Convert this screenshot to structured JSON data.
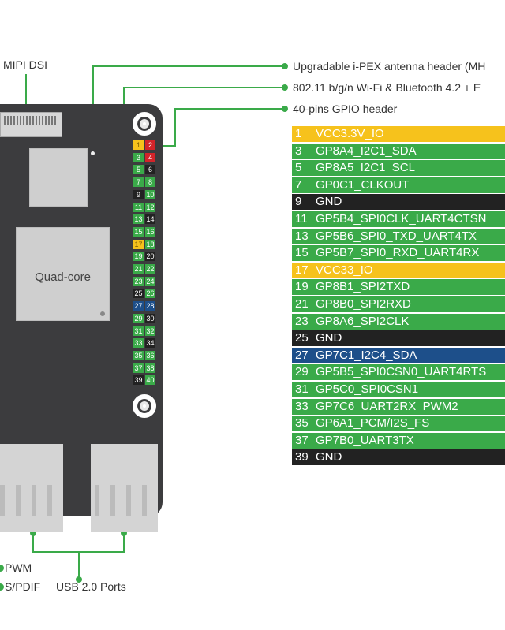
{
  "labels": {
    "mipi_dsi": "MIPI DSI",
    "ipex": "Upgradable i-PEX antenna header (MH",
    "wifi": "802.11 b/g/n Wi-Fi  & Bluetooth 4.2 + E",
    "gpio_header": "40-pins GPIO header",
    "quad_core": "Quad-core",
    "pwm": "PWM",
    "spdif": "S/PDIF",
    "usb": "USB 2.0 Ports"
  },
  "colors": {
    "yellow": "#f6c21c",
    "green": "#3aaa49",
    "black": "#222222",
    "blue": "#1d4f8a",
    "red": "#d3242a",
    "board": "#3c3c3e",
    "line": "#3aaa49"
  },
  "header_pins": [
    {
      "odd": "1",
      "even": "2",
      "odd_color": "yellow",
      "even_color": "red"
    },
    {
      "odd": "3",
      "even": "4",
      "odd_color": "green",
      "even_color": "red"
    },
    {
      "odd": "5",
      "even": "6",
      "odd_color": "green",
      "even_color": "black"
    },
    {
      "odd": "7",
      "even": "8",
      "odd_color": "green",
      "even_color": "green"
    },
    {
      "odd": "9",
      "even": "10",
      "odd_color": "black",
      "even_color": "green"
    },
    {
      "odd": "11",
      "even": "12",
      "odd_color": "green",
      "even_color": "green"
    },
    {
      "odd": "13",
      "even": "14",
      "odd_color": "green",
      "even_color": "black"
    },
    {
      "odd": "15",
      "even": "16",
      "odd_color": "green",
      "even_color": "green"
    },
    {
      "odd": "17",
      "even": "18",
      "odd_color": "yellow",
      "even_color": "green"
    },
    {
      "odd": "19",
      "even": "20",
      "odd_color": "green",
      "even_color": "black"
    },
    {
      "odd": "21",
      "even": "22",
      "odd_color": "green",
      "even_color": "green"
    },
    {
      "odd": "23",
      "even": "24",
      "odd_color": "green",
      "even_color": "green"
    },
    {
      "odd": "25",
      "even": "26",
      "odd_color": "black",
      "even_color": "green"
    },
    {
      "odd": "27",
      "even": "28",
      "odd_color": "blue",
      "even_color": "blue"
    },
    {
      "odd": "29",
      "even": "30",
      "odd_color": "green",
      "even_color": "black"
    },
    {
      "odd": "31",
      "even": "32",
      "odd_color": "green",
      "even_color": "green"
    },
    {
      "odd": "33",
      "even": "34",
      "odd_color": "green",
      "even_color": "black"
    },
    {
      "odd": "35",
      "even": "36",
      "odd_color": "green",
      "even_color": "green"
    },
    {
      "odd": "37",
      "even": "38",
      "odd_color": "green",
      "even_color": "green"
    },
    {
      "odd": "39",
      "even": "40",
      "odd_color": "black",
      "even_color": "green"
    }
  ],
  "gpio_rows": [
    {
      "num": "1",
      "name": "VCC3.3V_IO",
      "color": "yellow"
    },
    {
      "num": "3",
      "name": "GP8A4_I2C1_SDA",
      "color": "green"
    },
    {
      "num": "5",
      "name": "GP8A5_I2C1_SCL",
      "color": "green"
    },
    {
      "num": "7",
      "name": "GP0C1_CLKOUT",
      "color": "green"
    },
    {
      "num": "9",
      "name": "GND",
      "color": "black"
    },
    {
      "num": "11",
      "name": "GP5B4_SPI0CLK_UART4CTSN",
      "color": "green"
    },
    {
      "num": "13",
      "name": "GP5B6_SPI0_TXD_UART4TX",
      "color": "green"
    },
    {
      "num": "15",
      "name": "GP5B7_SPI0_RXD_UART4RX",
      "color": "green"
    },
    {
      "num": "17",
      "name": "VCC33_IO",
      "color": "yellow"
    },
    {
      "num": "19",
      "name": "GP8B1_SPI2TXD",
      "color": "green"
    },
    {
      "num": "21",
      "name": "GP8B0_SPI2RXD",
      "color": "green"
    },
    {
      "num": "23",
      "name": "GP8A6_SPI2CLK",
      "color": "green"
    },
    {
      "num": "25",
      "name": "GND",
      "color": "black"
    },
    {
      "num": "27",
      "name": "GP7C1_I2C4_SDA",
      "color": "blue"
    },
    {
      "num": "29",
      "name": "GP5B5_SPI0CSN0_UART4RTS",
      "color": "green"
    },
    {
      "num": "31",
      "name": "GP5C0_SPI0CSN1",
      "color": "green"
    },
    {
      "num": "33",
      "name": "GP7C6_UART2RX_PWM2",
      "color": "green"
    },
    {
      "num": "35",
      "name": "GP6A1_PCM/I2S_FS",
      "color": "green"
    },
    {
      "num": "37",
      "name": "GP7B0_UART3TX",
      "color": "green"
    },
    {
      "num": "39",
      "name": "GND",
      "color": "black"
    }
  ]
}
